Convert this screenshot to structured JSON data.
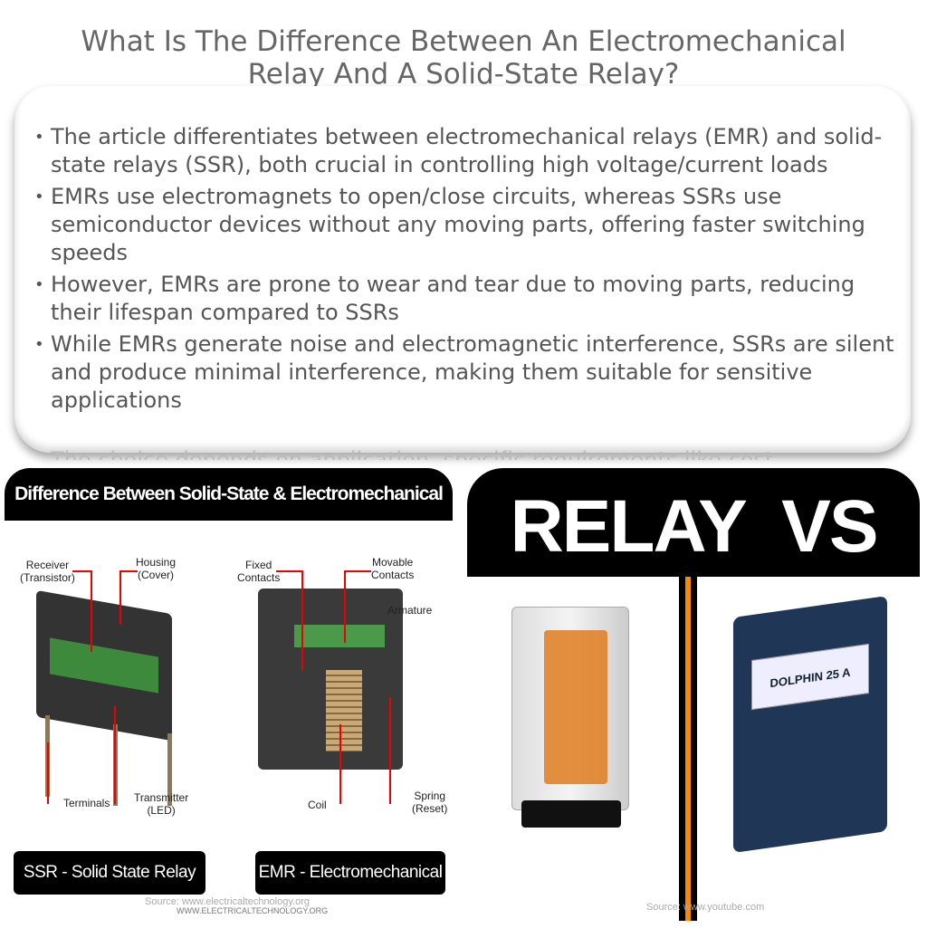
{
  "title": {
    "line1": "What Is The Difference Between An Electromechanical",
    "line2": "Relay And A Solid-State Relay?"
  },
  "bullets": [
    "The article differentiates between electromechanical relays (EMR) and solid-state relays (SSR), both crucial in controlling high voltage/current loads",
    "EMRs use electromagnets to open/close circuits, whereas SSRs use semiconductor devices without any moving parts, offering faster switching speeds",
    "However, EMRs are prone to wear and tear due to moving parts, reducing their lifespan compared to SSRs",
    "While EMRs generate noise and electromagnetic interference, SSRs are silent and produce minimal interference, making them suitable for sensitive applications"
  ],
  "clipped_bullet": "The choice depends on application, specific requirements like cost",
  "left_panel": {
    "header": "Difference Between Solid-State & Electromechanical Relay",
    "ssr_labels": {
      "receiver": "Receiver",
      "receiver_sub": "(Transistor)",
      "housing": "Housing",
      "housing_sub": "(Cover)",
      "terminals": "Terminals",
      "transmitter": "Transmitter",
      "transmitter_sub": "(LED)"
    },
    "emr_labels": {
      "fixed": "Fixed",
      "fixed_sub": "Contacts",
      "movable": "Movable",
      "movable_sub": "Contacts",
      "armature": "Armature",
      "coil": "Coil",
      "spring": "Spring",
      "spring_sub": "(Reset)"
    },
    "badge_ssr": "SSR - Solid State Relay",
    "badge_emr": "EMR - Electromechanical Relay",
    "source": "Source: www.electricaltechnology.org",
    "watermark": "WWW.ELECTRICALTECHNOLOGY.ORG"
  },
  "right_panel": {
    "header": "RELAY VS SSR",
    "ssr_label": "DOLPHIN 25 A",
    "source": "Source: www.youtube.com",
    "accent": "#f58a0a"
  }
}
